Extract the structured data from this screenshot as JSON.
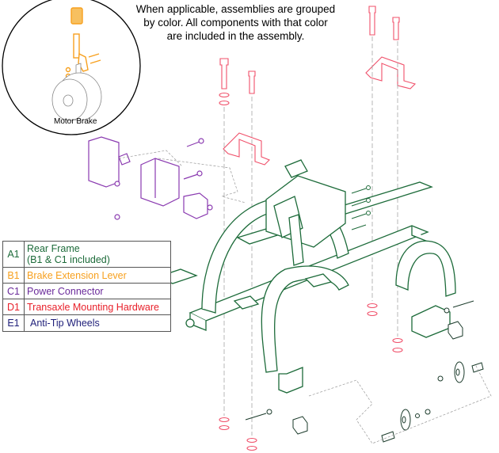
{
  "note": {
    "lines": [
      "When applicable, assemblies are grouped",
      "by color. All components with that color",
      "are included in the assembly."
    ]
  },
  "detail": {
    "label": "Motor Brake"
  },
  "legend": {
    "rows": [
      {
        "code": "A1",
        "label_line1": "Rear Frame",
        "label_line2": "(B1 & C1 included)",
        "color": "#1d6b3a"
      },
      {
        "code": "B1",
        "label_line1": "Brake Extension Lever",
        "label_line2": "",
        "color": "#f7a01e"
      },
      {
        "code": "C1",
        "label_line1": "Power Connector",
        "label_line2": "",
        "color": "#6a2a9a"
      },
      {
        "code": "D1",
        "label_line1": "Transaxle Mounting Hardware",
        "label_line2": "",
        "color": "#e8202a"
      },
      {
        "code": "E1",
        "label_line1": "Anti-Tip Wheels",
        "label_line2": "",
        "color": "#1f1f7a"
      }
    ]
  },
  "colors": {
    "frame": "#1d6b3a",
    "brake": "#f7a01e",
    "connector": "#8a3ab0",
    "hardware": "#f0506a",
    "wheels": "#1a3a2a"
  }
}
